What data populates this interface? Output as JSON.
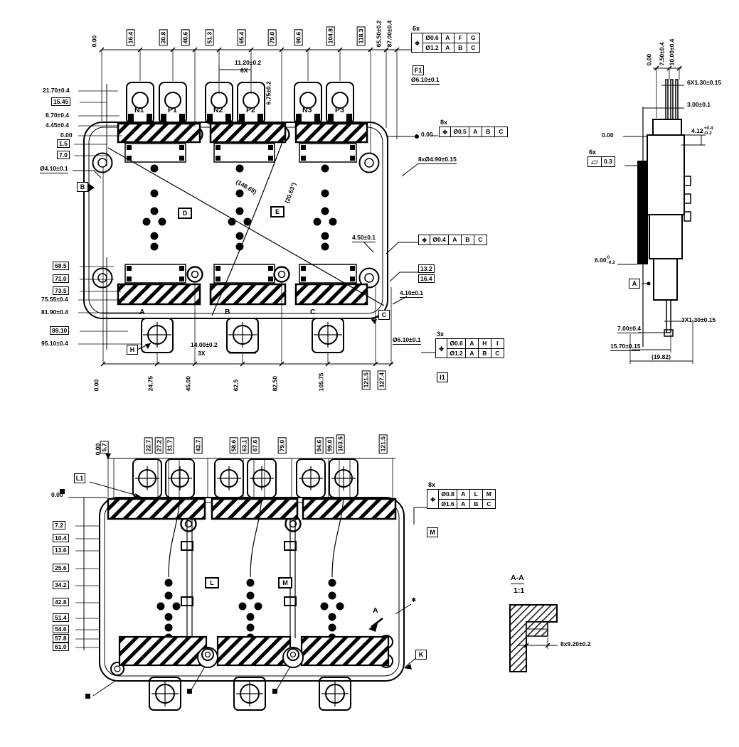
{
  "top_view": {
    "terminals_top": [
      "N1",
      "P1",
      "N2",
      "P2",
      "N3",
      "P3"
    ],
    "terminals_bottom": [
      "A",
      "B",
      "C"
    ],
    "left_dims": [
      "21.70±0.4",
      "15.45",
      "8.70±0.4",
      "4.45±0.4",
      "0.00",
      "1.5",
      "7.0"
    ],
    "lower_left_dims": [
      "68.5",
      "71.0",
      "73.5",
      "75.55±0.4",
      "81.90±0.4",
      "89.10",
      "95.10±0.4"
    ],
    "top_zero": "0.00",
    "top_dims": [
      "16.4",
      "30.8",
      "40.6",
      "51.3",
      "65.4",
      "79.0",
      "90.6",
      "104.8",
      "118.3"
    ],
    "top_right_dims": [
      "65.50±0.2",
      "87.00±0.4"
    ],
    "bottom_dims": [
      "0.00",
      "24.75",
      "45.00",
      "62.5",
      "82.50",
      "105.75",
      "121.5",
      "127.4"
    ],
    "pitch_dim": "11.20±0.2",
    "pitch_count": "6X",
    "pair_gap_dim": "6.75±0.2",
    "diag_ref": "(148.69)",
    "angle_ref": "(20.63°)",
    "left_hole_note": "Ø4.10±0.1",
    "right_hole_note": "4.50±0.1",
    "right_hole_note2": "4.10±0.1",
    "right_boxed": [
      "13.2",
      "16.4"
    ],
    "zero_right": "0.00",
    "pin_holes_note": "8xØ4.90±0.15",
    "term_hole_note_top": "Ø6.10±0.1",
    "term_hole_note_bottom": "Ø6.10±0.1",
    "b_pitch_dim": "14.00±0.2",
    "b_pitch_count": "3X",
    "fcf_top": {
      "count": "6x",
      "sym": "⌖",
      "r1": [
        "Ø0.6",
        "A",
        "F",
        "G"
      ],
      "r2": [
        "Ø1.2",
        "A",
        "B",
        "C"
      ],
      "datum": "F1"
    },
    "fcf_right": {
      "count": "8x",
      "sym": "⌖",
      "r1": [
        "Ø0.5",
        "A",
        "B",
        "C"
      ]
    },
    "fcf_mid": {
      "sym": "⌖",
      "r1": [
        "Ø0.4",
        "A",
        "B",
        "C"
      ]
    },
    "fcf_bottom": {
      "count": "3x",
      "sym": "⌖",
      "r1": [
        "Ø0.6",
        "A",
        "H",
        "I"
      ],
      "r2": [
        "Ø1.2",
        "A",
        "B",
        "C"
      ],
      "datum": "I1"
    },
    "datum_b": "B",
    "datum_c": "C",
    "datum_d": "D",
    "datum_e": "E",
    "datum_h": "H"
  },
  "side_view": {
    "top_dims": [
      "0.00",
      "7.50±0.4",
      "10.00±0.4"
    ],
    "pin_width_note": "6X1.30±0.15",
    "cap_dim": "3.00±0.1",
    "zero_left": "0.00",
    "step_dim": "4.12",
    "step_tol_up": "+0.4",
    "step_tol_dn": "-0.2",
    "flat_count": "6x",
    "flat_sym": "▱",
    "flat_val": "0.3",
    "base_dim": "6.00",
    "base_tol_up": "0",
    "base_tol_dn": "-0.2",
    "datum_a": "A",
    "pin3_note": "3X1.30±0.15",
    "pin_len_dim": "7.00±0.4",
    "height_dim": "15.70±0.15",
    "overall_ref": "(19.82)"
  },
  "bottom_view": {
    "zero_left": "0.00",
    "zero_top": "0.00",
    "left_dims": [
      "7.2",
      "10.4",
      "13.6",
      "25.6",
      "34.2",
      "42.8",
      "51.4",
      "54.6",
      "57.8",
      "61.0"
    ],
    "top_dims": [
      "5.7",
      "22.7",
      "27.2",
      "31.7",
      "43.7",
      "58.6",
      "63.1",
      "67.6",
      "79.0",
      "94.6",
      "99.0",
      "103.5",
      "121.5"
    ],
    "fcf": {
      "count": "8x",
      "sym": "⌖",
      "r1": [
        "Ø0.8",
        "A",
        "L",
        "M"
      ],
      "r2": [
        "Ø1.6",
        "A",
        "B",
        "C"
      ],
      "datum": "M"
    },
    "datum_k": "K",
    "target_l": "L",
    "target_m": "M",
    "corner_ref": "L1",
    "section_mark": "A",
    "star_note": "✱"
  },
  "section_view": {
    "title": "A-A",
    "scale": "1:1",
    "dim": "8x9.20±0.2"
  }
}
